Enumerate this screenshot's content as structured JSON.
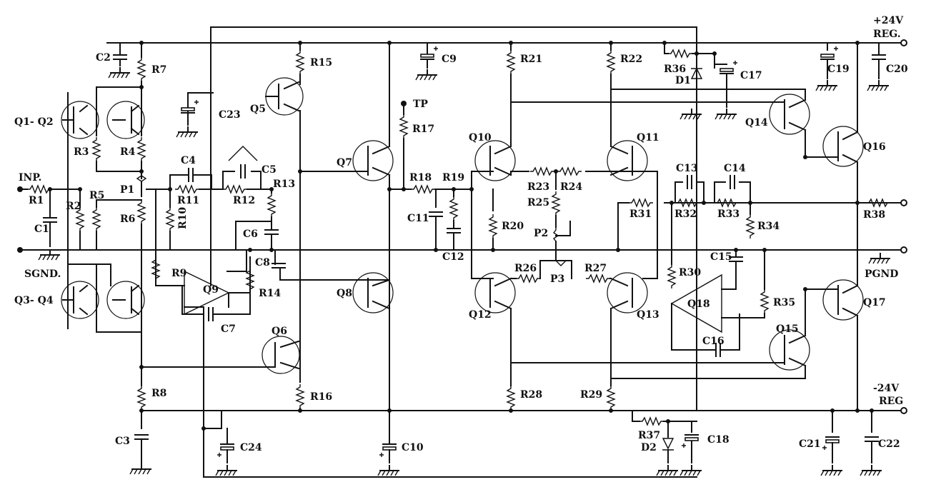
{
  "diagram": {
    "labels": {
      "vplus": "+24V",
      "vplus_reg": "REG.",
      "vminus": "-24V",
      "vminus_reg": "REG",
      "inp": "INP.",
      "sgnd": "SGND.",
      "pgnd": "PGND",
      "tp": "TP",
      "q1q2": "Q1- Q2",
      "q3q4": "Q3- Q4"
    },
    "resistors": [
      "R1",
      "R2",
      "R3",
      "R4",
      "R5",
      "R6",
      "R7",
      "R8",
      "R9",
      "R10",
      "R11",
      "R12",
      "R13",
      "R14",
      "R15",
      "R16",
      "R17",
      "R18",
      "R19",
      "R20",
      "R21",
      "R22",
      "R23",
      "R24",
      "R25",
      "R26",
      "R27",
      "R28",
      "R29",
      "R30",
      "R31",
      "R32",
      "R33",
      "R34",
      "R35",
      "R36",
      "R37",
      "R38"
    ],
    "capacitors": [
      "C1",
      "C2",
      "C3",
      "C4",
      "C5",
      "C6",
      "C7",
      "C8",
      "C9",
      "C10",
      "C11",
      "C12",
      "C13",
      "C14",
      "C15",
      "C16",
      "C17",
      "C18",
      "C19",
      "C20",
      "C21",
      "C22",
      "C23",
      "C24"
    ],
    "transistors": [
      "Q5",
      "Q6",
      "Q7",
      "Q8",
      "Q10",
      "Q11",
      "Q12",
      "Q13",
      "Q14",
      "Q15",
      "Q16",
      "Q17"
    ],
    "opamps": [
      "Q9",
      "Q18"
    ],
    "potentiometers": [
      "P1",
      "P2",
      "P3"
    ],
    "diodes": [
      "D1",
      "D2"
    ],
    "icon": "circuit-schematic-icon"
  }
}
